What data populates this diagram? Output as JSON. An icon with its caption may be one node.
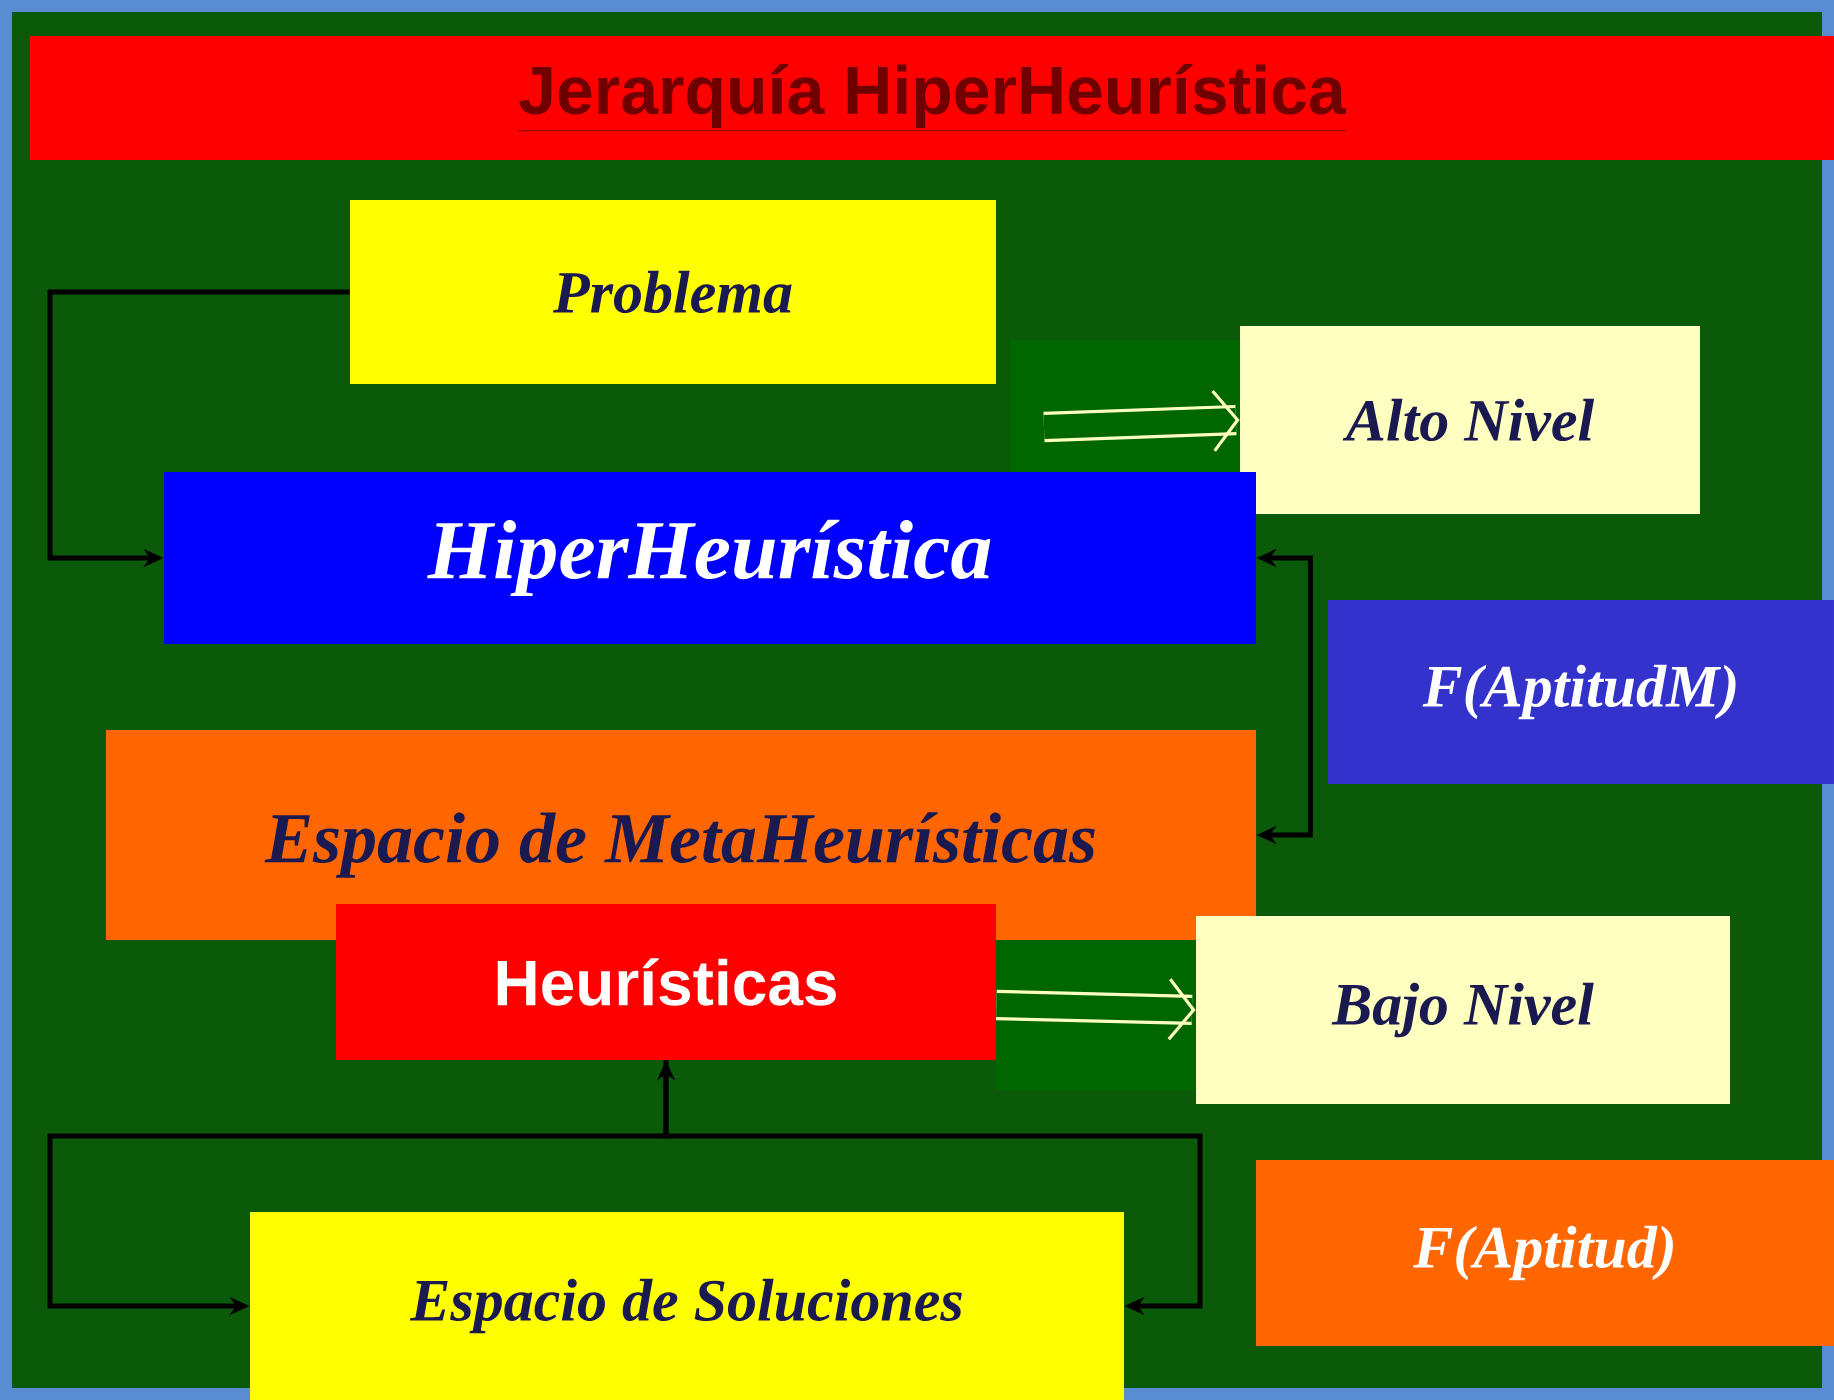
{
  "diagram": {
    "title": "Jerarquía HiperHeurística",
    "nodes": [
      {
        "text": [
          "Problema"
        ]
      },
      {
        "text": [
          "Alto Nivel"
        ]
      },
      {
        "text": [
          "HiperHeurística"
        ]
      },
      {
        "text": [
          "F(AptitudM)"
        ]
      },
      {
        "text": [
          "Espacio de MetaHeurísticas"
        ]
      },
      {
        "text": [
          "Heurísticas"
        ]
      },
      {
        "text": [
          "Bajo Nivel"
        ]
      },
      {
        "text": [
          "F(Aptitud)"
        ]
      },
      {
        "text": [
          "Espacio de Soluciones"
        ]
      }
    ],
    "edges": [
      {
        "from": 0,
        "to": 2,
        "arrow": "to"
      },
      {
        "from": 2,
        "to": 4,
        "arrow": "both"
      },
      {
        "from": 8,
        "to": 5,
        "arrow": "both"
      },
      {
        "from": 5,
        "to": 8,
        "arrow": "to"
      },
      {
        "from": null,
        "to": 1,
        "arrow": "to",
        "style": "thick",
        "color": "#ffffc0"
      },
      {
        "from": 5,
        "to": 6,
        "arrow": "to",
        "style": "thick",
        "color": "#ffffc0"
      }
    ]
  }
}
